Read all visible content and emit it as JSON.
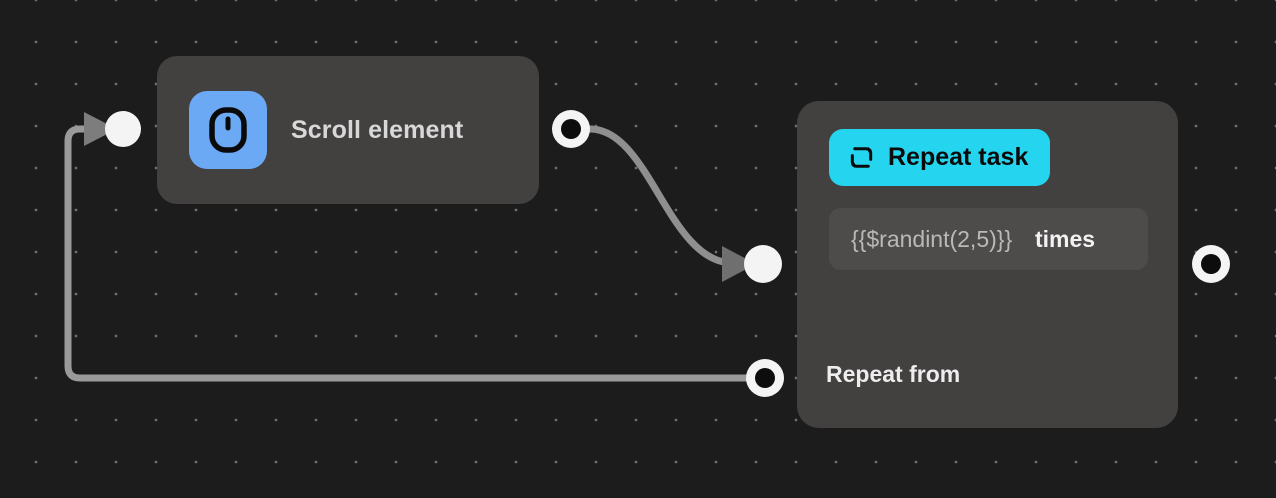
{
  "canvas": {
    "background_color": "#1c1c1c",
    "dot_color": "#6e6e6e",
    "edge_color": "#9a9a9a"
  },
  "nodes": [
    {
      "id": "scroll-element",
      "title": "Scroll element",
      "icon": "mouse-scroll-icon",
      "icon_tile_color": "#6CA9F5",
      "body_color": "#434040"
    },
    {
      "id": "repeat-task",
      "header_label": "Repeat task",
      "header_icon": "repeat-loop-icon",
      "header_color": "#25D5EF",
      "body_color": "#434040",
      "field": {
        "value": "{{$randint(2,5)}}",
        "unit_label": "times"
      },
      "repeat_from_label": "Repeat from"
    }
  ],
  "ports": {
    "scroll_input": "input-port",
    "scroll_output": "output-port",
    "repeat_input": "input-port",
    "repeat_from": "repeat-from-port",
    "repeat_output": "output-port"
  }
}
